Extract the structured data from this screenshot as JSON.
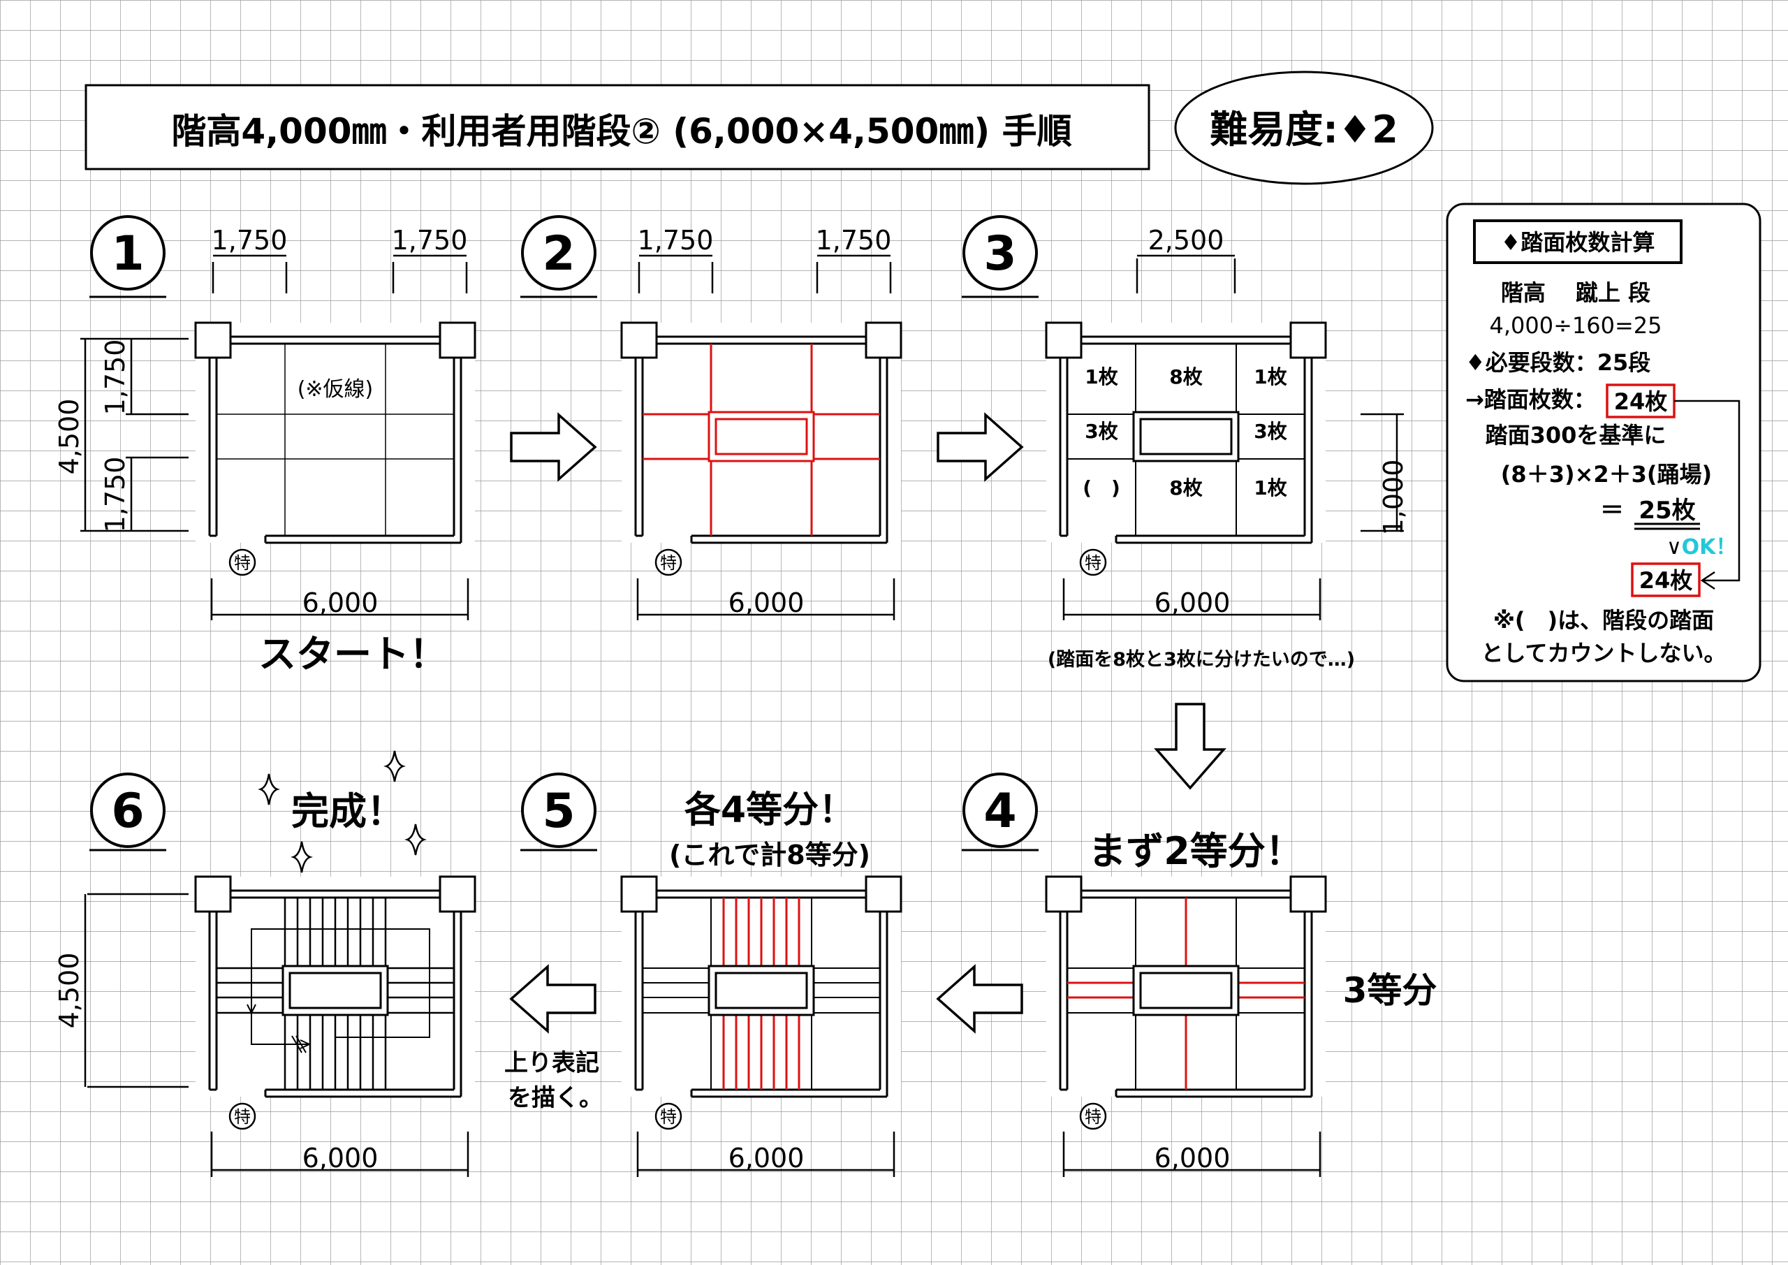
{
  "title": "階高4,000㎜・利用者用階段② (6,000×4,500㎜) 手順",
  "difficulty": "難易度:♦2",
  "steps": {
    "s1": {
      "num": "1",
      "caption": "スタート！",
      "note": "(※仮線)",
      "dim_top_left": "1,750",
      "dim_top_right": "1,750",
      "dim_bottom": "6,000",
      "dim_left_total": "4,500",
      "dim_left_a": "1,750",
      "dim_left_b": "1,750",
      "tokushu": "特"
    },
    "s2": {
      "num": "2",
      "dim_top_left": "1,750",
      "dim_top_right": "1,750",
      "dim_bottom": "6,000",
      "tokushu": "特"
    },
    "s3": {
      "num": "3",
      "dim_top": "2,500",
      "dim_bottom": "6,000",
      "dim_right": "1,000",
      "cells": [
        "1枚",
        "8枚",
        "1枚",
        "3枚",
        "3枚",
        "(　)",
        "8枚",
        "1枚"
      ],
      "caption": "(踏面を8枚と3枚に分けたいので…)",
      "tokushu": "特"
    },
    "s4": {
      "num": "4",
      "caption": "まず2等分！",
      "side_label": "3等分",
      "dim_bottom": "6,000",
      "tokushu": "特"
    },
    "s5": {
      "num": "5",
      "caption_main": "各4等分！",
      "caption_sub": "(これで計8等分)",
      "dim_bottom": "6,000",
      "tokushu": "特"
    },
    "s6": {
      "num": "6",
      "caption": "完成！",
      "side_note_1": "上り表記",
      "side_note_2": "を描く。",
      "dim_bottom": "6,000",
      "dim_left": "4,500",
      "tokushu": "特"
    }
  },
  "calc": {
    "heading": "♦踏面枚数計算",
    "labels": "階高　 蹴上 段",
    "eq1": "4,000÷160=25",
    "l1_prefix": "♦必要段数：",
    "l1_value": "25段",
    "l2_prefix": "→踏面枚数：",
    "l2_value": "24枚",
    "l3": "踏面300を基準に",
    "l4": "(8＋3)×2＋3(踊場)",
    "l5_prefix": "＝",
    "l5_value": "25枚",
    "check": "∨",
    "ok": "OK！",
    "result": "24枚",
    "note1": "※(　)は、階段の踏面",
    "note2": "としてカウントしない。"
  },
  "colors": {
    "accent_red": "#dd1111",
    "ok_cyan": "#22c8d8",
    "grid": "#9a9a9a"
  }
}
